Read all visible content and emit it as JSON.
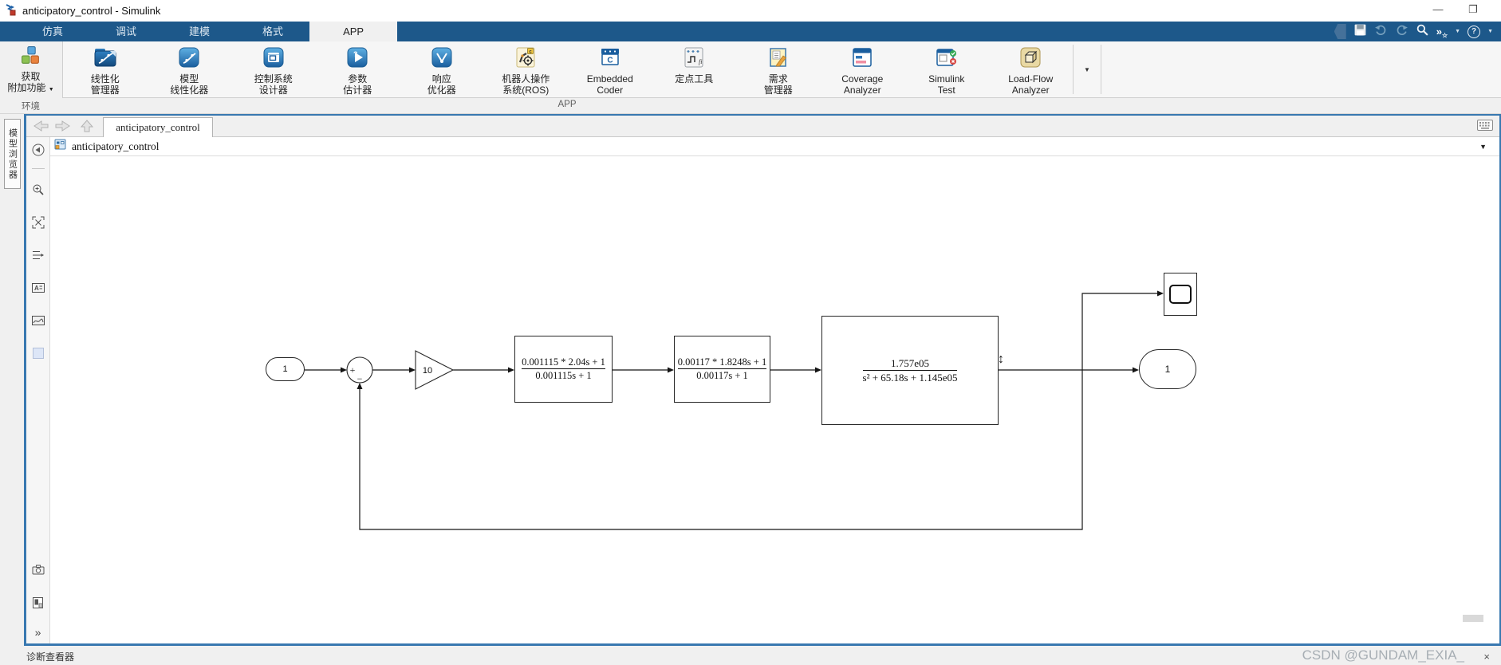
{
  "window": {
    "title": "anticipatory_control - Simulink"
  },
  "tabs": {
    "items": [
      {
        "label": "仿真"
      },
      {
        "label": "调试"
      },
      {
        "label": "建模"
      },
      {
        "label": "格式"
      },
      {
        "label": "APP"
      }
    ],
    "active": "APP"
  },
  "ribbon": {
    "addons": {
      "line1": "获取",
      "line2": "附加功能"
    },
    "group_env": "环境",
    "group_app": "APP",
    "apps": [
      {
        "line1": "线性化",
        "line2": "管理器",
        "icon": "linearization-manager-icon"
      },
      {
        "line1": "模型",
        "line2": "线性化器",
        "icon": "model-linearizer-icon"
      },
      {
        "line1": "控制系统",
        "line2": "设计器",
        "icon": "control-system-designer-icon"
      },
      {
        "line1": "参数",
        "line2": "估计器",
        "icon": "parameter-estimator-icon"
      },
      {
        "line1": "响应",
        "line2": "优化器",
        "icon": "response-optimizer-icon"
      },
      {
        "line1": "机器人操作",
        "line2": "系统(ROS)",
        "icon": "ros-icon"
      },
      {
        "line1": "Embedded",
        "line2": "Coder",
        "icon": "embedded-coder-icon"
      },
      {
        "line1": "定点工具",
        "line2": "",
        "icon": "fixed-point-tool-icon"
      },
      {
        "line1": "需求",
        "line2": "管理器",
        "icon": "requirements-manager-icon"
      },
      {
        "line1": "Coverage",
        "line2": "Analyzer",
        "icon": "coverage-analyzer-icon"
      },
      {
        "line1": "Simulink",
        "line2": "Test",
        "icon": "simulink-test-icon"
      },
      {
        "line1": "Load-Flow",
        "line2": "Analyzer",
        "icon": "load-flow-analyzer-icon"
      }
    ]
  },
  "docbar": {
    "tab": "anticipatory_control"
  },
  "breadcrumb": {
    "model": "anticipatory_control"
  },
  "sidebar": {
    "model_browser": "模型浏览器"
  },
  "statusbar": {
    "left": "诊断查看器",
    "watermark": "CSDN @GUNDAM_EXIA_",
    "close_glyph": "×"
  },
  "diagram": {
    "input_port": "1",
    "output_port": "1",
    "gain": "10",
    "sum": {
      "plus": "+",
      "minus": "−"
    },
    "tf1": {
      "num": "0.001115 * 2.04s + 1",
      "den": "0.001115s + 1"
    },
    "tf2": {
      "num": "0.00117 * 1.8248s + 1",
      "den": "0.00117s + 1"
    },
    "plant": {
      "num": "1.757e05",
      "den": "s² + 65.18s + 1.145e05"
    },
    "resize_hint": "↕"
  },
  "glyphs": {
    "caret_down": "▼",
    "chevrons": "»",
    "layout_chevrons": "»",
    "star": "☆",
    "question": "?"
  }
}
